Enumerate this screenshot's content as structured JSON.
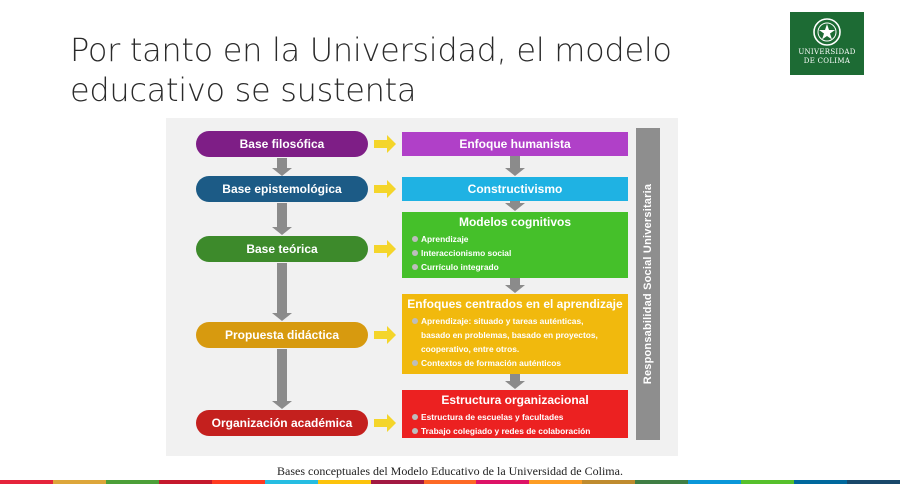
{
  "slide": {
    "title_line1": "Por tanto en la Universidad, el modelo",
    "title_line2": "educativo se sustenta",
    "caption": "Bases conceptuales del Modelo Educativo de la Universidad de Colima."
  },
  "logo": {
    "line1": "UNIVERSIDAD",
    "line2": "DE COLIMA",
    "icon": "university-seal-icon"
  },
  "diagram": {
    "bases": [
      {
        "label": "Base filosófica",
        "color": "#7e1e86"
      },
      {
        "label": "Base epistemológica",
        "color": "#1c5b86"
      },
      {
        "label": "Base teórica",
        "color": "#3d8a2b"
      },
      {
        "label": "Propuesta didáctica",
        "color": "#d79a0f"
      },
      {
        "label": "Organización académica",
        "color": "#c4201e"
      }
    ],
    "boxes": [
      {
        "title": "Enfoque humanista",
        "color": "#b040c8",
        "items": []
      },
      {
        "title": "Constructivismo",
        "color": "#1fb2e3",
        "items": []
      },
      {
        "title": "Modelos cognitivos",
        "color": "#45c02a",
        "items": [
          "Aprendizaje",
          "Interaccionismo social",
          "Currículo integrado"
        ]
      },
      {
        "title": "Enfoques centrados en el aprendizaje",
        "color": "#f1b90d",
        "items": [
          "Aprendizaje: situado y tareas auténticas,",
          "basado en problemas, basado en proyectos,",
          "cooperativo, entre otros.",
          "Contextos de formación auténticos"
        ]
      },
      {
        "title": "Estructura organizacional",
        "color": "#ec2121",
        "items": [
          "Estructura de escuelas y facultades",
          "Trabajo colegiado y redes de colaboración"
        ]
      }
    ],
    "side_label": "Responsabilidad Social Universitaria",
    "colors": {
      "arrow_yellow": "#f4d52a",
      "arrow_gray": "#8b8b8b",
      "panel_bg": "#f1f1f1",
      "side_bar": "#8e8e8e"
    }
  },
  "strip_colors": [
    "#e5243b",
    "#dda63a",
    "#4c9f38",
    "#c5192d",
    "#ff3a21",
    "#26bde2",
    "#fcc30b",
    "#a21942",
    "#fd6925",
    "#dd1367",
    "#fd9d24",
    "#bf8b2e",
    "#3f7e44",
    "#0a97d9",
    "#56c02b",
    "#00689d",
    "#19486a"
  ]
}
